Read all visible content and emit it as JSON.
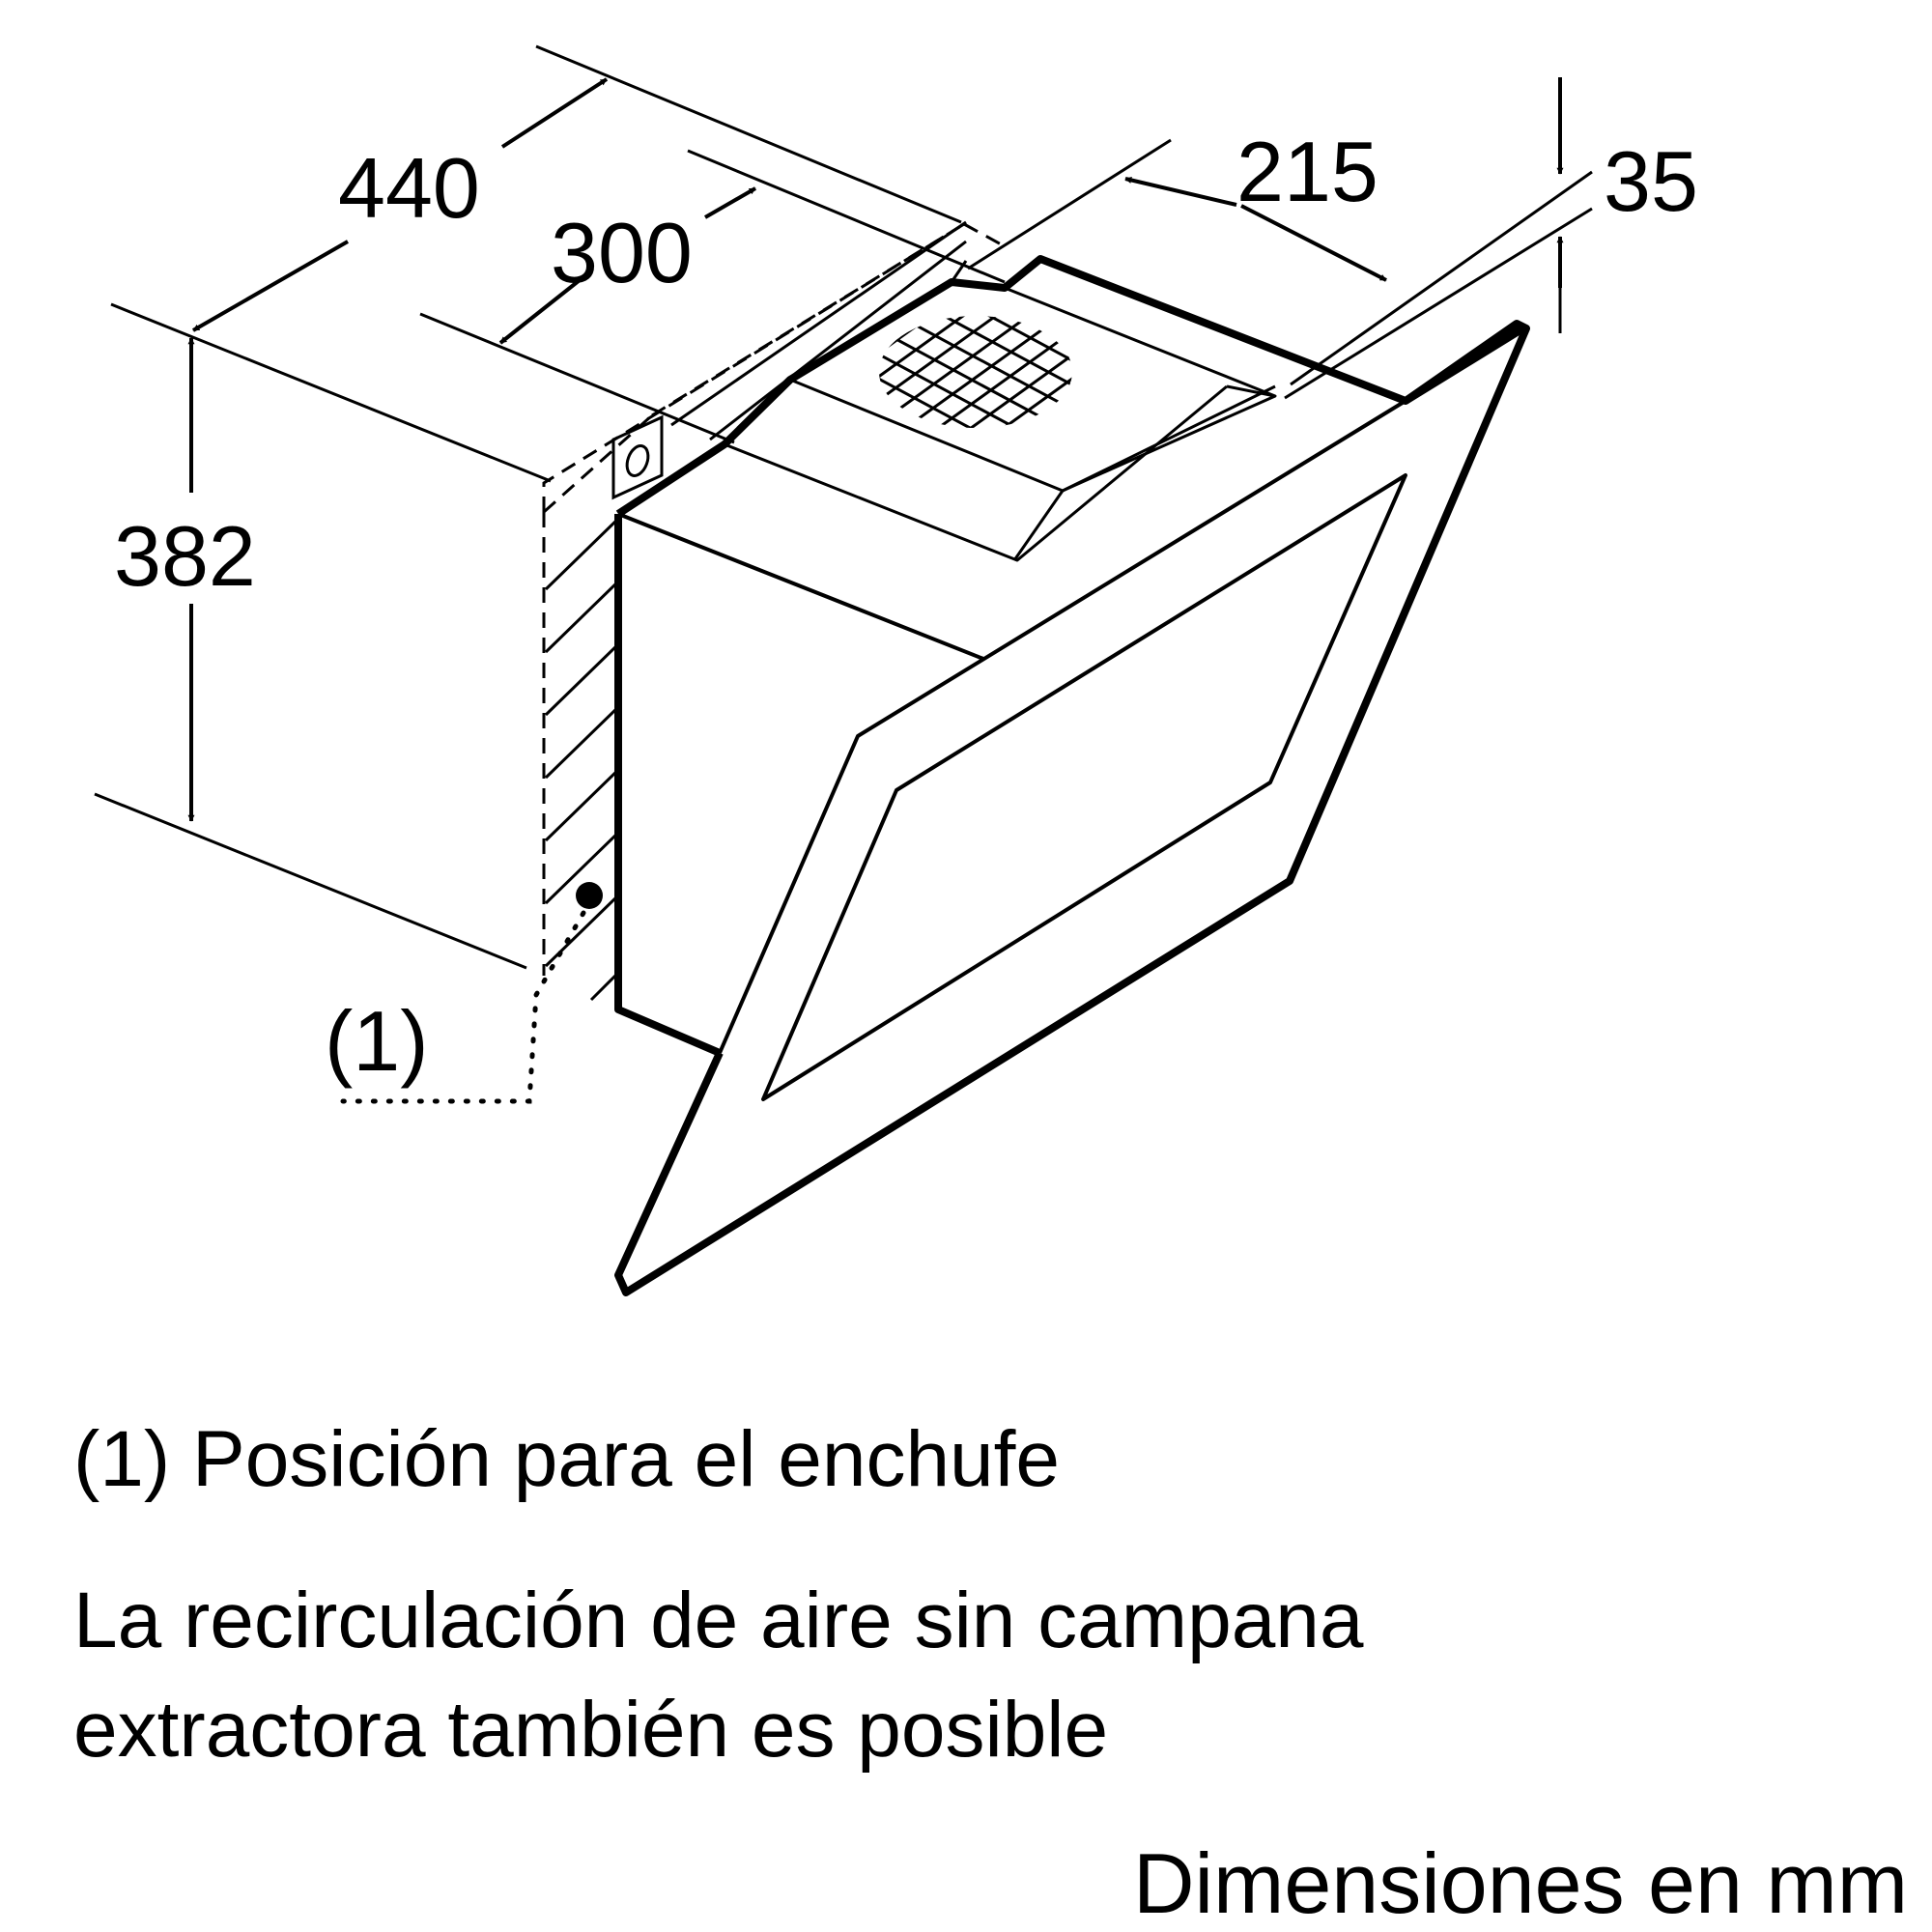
{
  "dimensions": {
    "depth_total": "440",
    "depth_body": "300",
    "height": "382",
    "chimney_offset": "215",
    "top_gap": "35"
  },
  "callout": {
    "marker": "(1)"
  },
  "notes": {
    "legend": "(1) Posición para el enchufe",
    "line1": "La recirculación de aire sin campana",
    "line2": "extractora también es posible"
  },
  "units": "Dimensiones en mm"
}
